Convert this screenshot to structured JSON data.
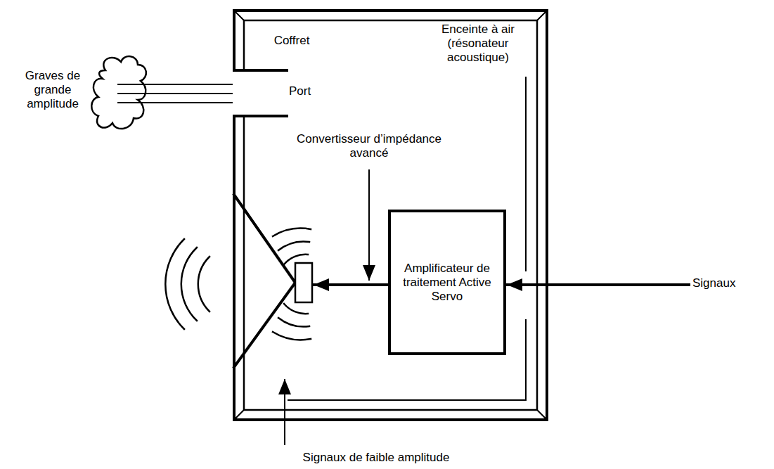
{
  "diagram": {
    "nodes": [
      {
        "text": [
          "Coffret",
          "Enceinte à air (résonateur acoustique)"
        ]
      },
      {
        "text": [
          "Amplificateur de traitement Active Servo"
        ],
        "in": 0
      }
    ],
    "labels": [
      "Graves de grande amplitude",
      "Port",
      "Convertisseur d’impédance avancé",
      "Signaux",
      "Signaux de faible amplitude"
    ]
  }
}
